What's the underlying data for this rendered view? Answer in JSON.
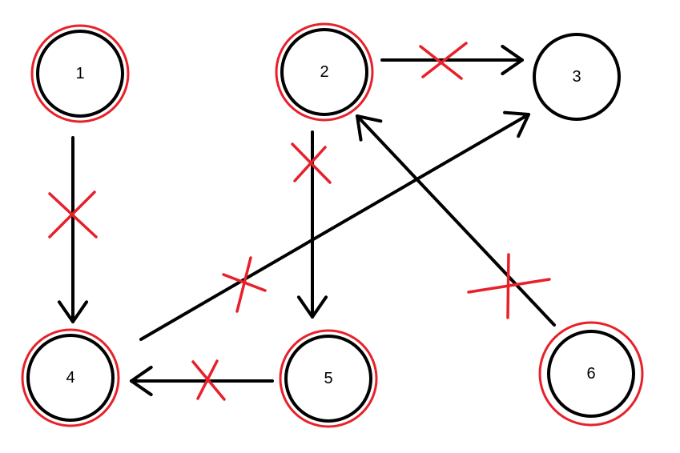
{
  "colors": {
    "ink": "#000000",
    "mark": "#e8202a",
    "background": "#ffffff"
  },
  "nodes": [
    {
      "id": "1",
      "label": "1",
      "marked": true
    },
    {
      "id": "2",
      "label": "2",
      "marked": true
    },
    {
      "id": "3",
      "label": "3",
      "marked": false
    },
    {
      "id": "4",
      "label": "4",
      "marked": true
    },
    {
      "id": "5",
      "label": "5",
      "marked": true
    },
    {
      "id": "6",
      "label": "6",
      "marked": true
    }
  ],
  "edges": [
    {
      "from": "1",
      "to": "4",
      "crossed": true
    },
    {
      "from": "2",
      "to": "3",
      "crossed": true
    },
    {
      "from": "2",
      "to": "5",
      "crossed": true
    },
    {
      "from": "4",
      "to": "3",
      "crossed": true
    },
    {
      "from": "5",
      "to": "4",
      "crossed": true
    },
    {
      "from": "6",
      "to": "2",
      "crossed": true
    }
  ]
}
